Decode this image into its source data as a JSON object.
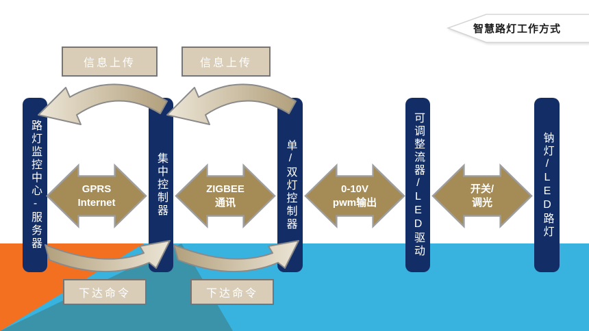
{
  "title": "智慧路灯工作方式",
  "pillars": [
    {
      "label": "路灯监控中心-服务器"
    },
    {
      "label": "集中控制器"
    },
    {
      "label": "单/双灯控制器"
    },
    {
      "label": "可调整流器/LED驱动"
    },
    {
      "label": "钠灯/LED路灯"
    }
  ],
  "flow_arrows": [
    {
      "line1": "GPRS",
      "line2": "Internet"
    },
    {
      "line1": "ZIGBEE",
      "line2": "通讯"
    },
    {
      "line1": "0-10V",
      "line2": "pwm输出"
    },
    {
      "line1": "开关/",
      "line2": "调光"
    }
  ],
  "upload_labels": [
    {
      "text": "信息上传"
    },
    {
      "text": "信息上传"
    }
  ],
  "command_labels": [
    {
      "text": "下达命令"
    },
    {
      "text": "下达命令"
    }
  ],
  "colors": {
    "navy": "#132e66",
    "arrow_tan": "#a58b56",
    "arrow_stroke": "#9e9e9e",
    "box_tan": "#d9cdb8",
    "box_border": "#757575",
    "curve_light": "#ece5d6",
    "curve_dark": "#b2a07c",
    "curve_stroke": "#8a8a8a",
    "orange": "#f37021",
    "cyan": "#38b2df",
    "teal": "#3a93a8",
    "title_color": "#1a1a1a"
  }
}
